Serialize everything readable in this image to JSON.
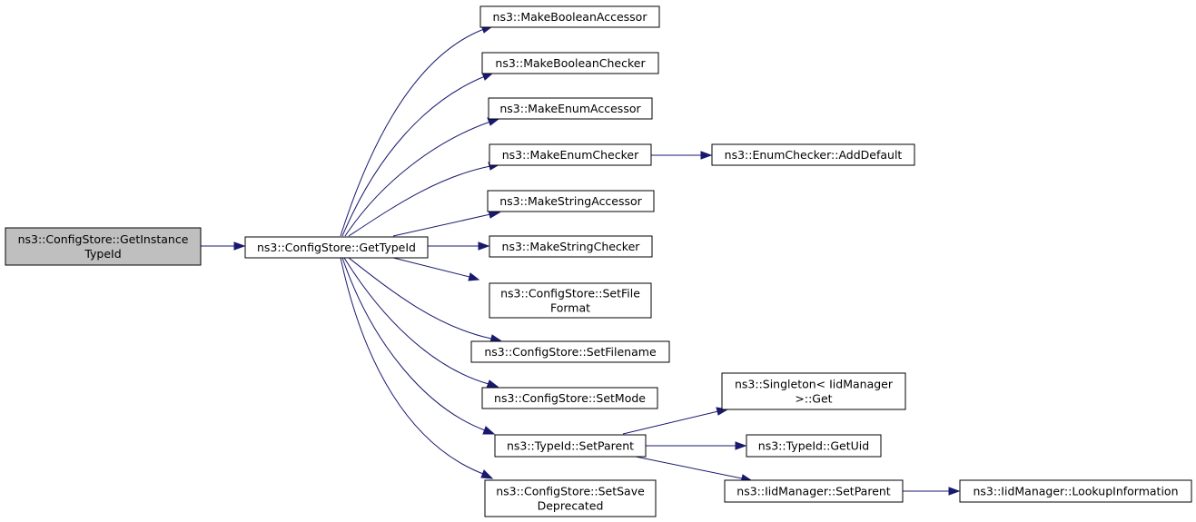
{
  "nodes": {
    "root": [
      "ns3::ConfigStore::GetInstance",
      "TypeId"
    ],
    "get_type_id": [
      "ns3::ConfigStore::GetTypeId"
    ],
    "make_boolean_accessor": [
      "ns3::MakeBooleanAccessor"
    ],
    "make_boolean_checker": [
      "ns3::MakeBooleanChecker"
    ],
    "make_enum_accessor": [
      "ns3::MakeEnumAccessor"
    ],
    "make_enum_checker": [
      "ns3::MakeEnumChecker"
    ],
    "enum_checker_add_default": [
      "ns3::EnumChecker::AddDefault"
    ],
    "make_string_accessor": [
      "ns3::MakeStringAccessor"
    ],
    "make_string_checker": [
      "ns3::MakeStringChecker"
    ],
    "set_file_format": [
      "ns3::ConfigStore::SetFile",
      "Format"
    ],
    "set_filename": [
      "ns3::ConfigStore::SetFilename"
    ],
    "set_mode": [
      "ns3::ConfigStore::SetMode"
    ],
    "typeid_set_parent": [
      "ns3::TypeId::SetParent"
    ],
    "set_save_deprecated": [
      "ns3::ConfigStore::SetSave",
      "Deprecated"
    ],
    "singleton_get": [
      "ns3::Singleton< IidManager",
      ">::Get"
    ],
    "typeid_get_uid": [
      "ns3::TypeId::GetUid"
    ],
    "iidmanager_set_parent": [
      "ns3::IidManager::SetParent"
    ],
    "iidmanager_lookup": [
      "ns3::IidManager::LookupInformation"
    ]
  },
  "colors": {
    "edge": "#191970",
    "root_fill": "#bfbfbf",
    "node_fill": "#ffffff",
    "border": "#000000"
  }
}
